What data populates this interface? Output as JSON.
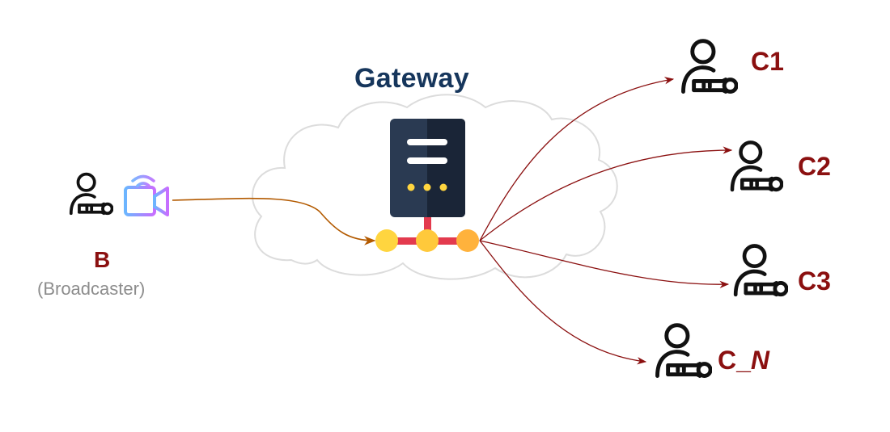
{
  "gateway": {
    "title": "Gateway"
  },
  "broadcaster": {
    "label": "B",
    "sublabel": "(Broadcaster)"
  },
  "clients": [
    {
      "label": "C1"
    },
    {
      "label": "C2"
    },
    {
      "label": "C3"
    },
    {
      "label_prefix": "C_",
      "label_italic": "N"
    }
  ],
  "colors": {
    "title": "#16365c",
    "label": "#8b1010",
    "sublabel": "#8d8d8d",
    "broadcast_link": "#b35a00",
    "client_link": "#8b1010",
    "server_body": "#2a3a52",
    "server_dark": "#1a2537",
    "node_yellow": "#ffd53f",
    "node_orange": "#ffb23c",
    "node_bar": "#e33a4e",
    "cloud": "#dcdcdc"
  },
  "icons": [
    "user-key-icon",
    "video-camera-icon",
    "wifi-signal-icon",
    "server-icon",
    "network-node-icon",
    "cloud-icon"
  ]
}
